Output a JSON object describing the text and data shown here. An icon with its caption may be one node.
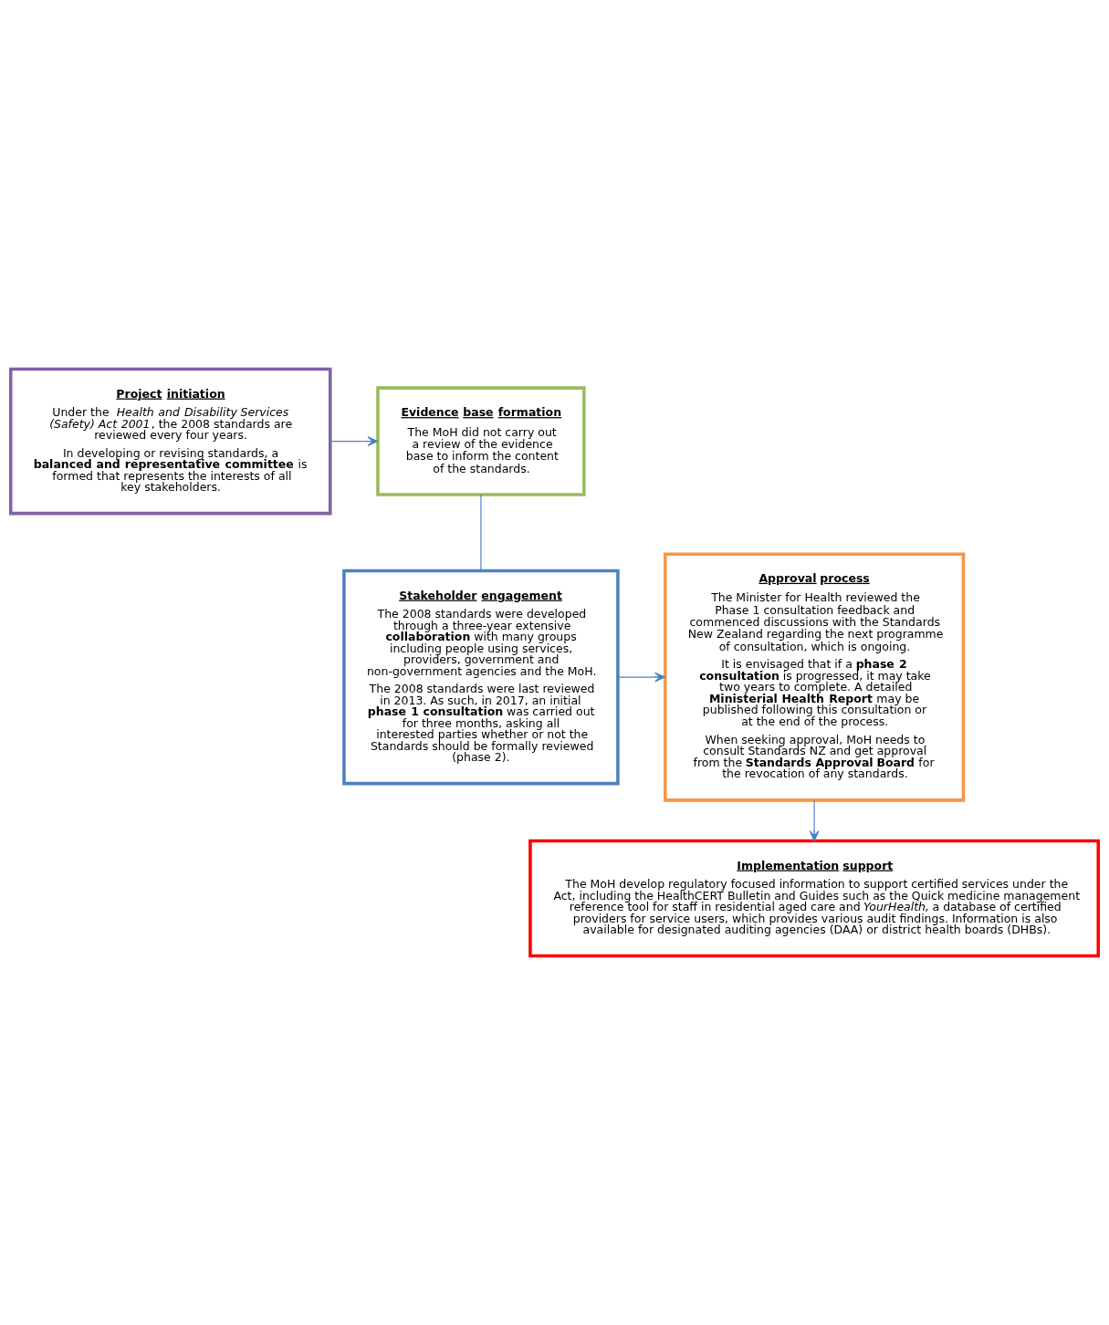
{
  "diagram": {
    "nodes": [
      {
        "text": [
          "Project initiation",
          "Under the *Health and Disability Services (Safety) Act 2001*, the 2008 standards are reviewed every four years.",
          "In developing or revising standards, a **balanced and representative committee** is formed that represents the interests of all key stakeholders."
        ]
      },
      {
        "text": [
          "Evidence base formation",
          "The MoH did not carry out a review of the evidence base to inform the content of the standards."
        ]
      },
      {
        "text": [
          "Stakeholder engagement",
          "The 2008 standards were developed through a three-year extensive **collaboration** with many groups including people using services, providers, government and non-government agencies and the MoH.",
          "The 2008 standards were last reviewed in 2013. As such, in 2017, an initial **phase 1 consultation** was carried out for three months, asking all interested parties whether or not the Standards should be formally reviewed (phase 2)."
        ]
      },
      {
        "text": [
          "Approval process",
          "The Minister for Health reviewed the Phase 1 consultation feedback and commenced discussions with the Standards New Zealand regarding the next programme of consultation, which is ongoing.",
          "It is envisaged that if a **phase 2 consultation** is progressed, it may take two years to complete. A detailed **Ministerial Health Report** may be published following this consultation or at the end of the process.",
          "When seeking approval, MoH needs to consult Standards NZ and get approval from the **Standards Approval Board** for the revocation of any standards."
        ]
      },
      {
        "text": [
          "Implementation support",
          "The MoH develop regulatory focused information to support certified services under the Act, including the HealthCERT Bulletin and Guides such as the Quick medicine management reference tool for staff in residential aged care and *YourHealth,* a database of certified providers for service users, which provides various audit findings. Information is also available for designated auditing agencies (DAA) or district health boards (DHBs)."
        ]
      }
    ],
    "edges": [
      {
        "from": 0,
        "to": 1,
        "arrow": "to"
      },
      {
        "from": 1,
        "to": 2,
        "arrow": "none"
      },
      {
        "from": 2,
        "to": 3,
        "arrow": "to"
      },
      {
        "from": 3,
        "to": 4,
        "arrow": "to"
      }
    ]
  }
}
